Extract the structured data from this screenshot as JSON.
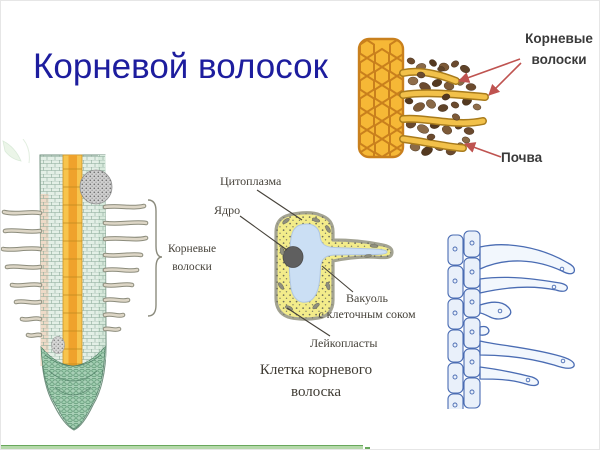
{
  "slide": {
    "title": "Корневой волосок"
  },
  "soil_figure": {
    "root_hairs_label": "Корневые волоски",
    "soil_label": "Почва"
  },
  "root_figure": {
    "root_hairs_label": "Корневые волоски"
  },
  "cell_figure": {
    "cytoplasm_label": "Цитоплазма",
    "nucleus_label": "Ядро",
    "vacuole_label_lines": [
      "Вакуоль",
      "с клеточным соком"
    ],
    "leucoplasts_label": "Лейкопласты",
    "caption": "Клетка корневого волоска"
  },
  "colors": {
    "title_blue": "#1d1d9e",
    "annotation_arrow_red": "#bf5350",
    "bold_label_gray": "#3a3a3a",
    "diagram_label_gray": "#46423a",
    "cell_cytoplasm_yellow": "#f3ec8a",
    "cell_vacuole_blue": "#cbdff4",
    "cell_nucleus_gray": "#5f5f5f",
    "root_cortex_green": "#e3efe6",
    "root_core_orange": "#efa22c",
    "soil_root_yellow": "#f6b836",
    "soil_particle_brown": "#6b4a2e",
    "micro_drawing_blue": "#4a6cb3",
    "footer_bar_green": "#b5d9aa"
  }
}
